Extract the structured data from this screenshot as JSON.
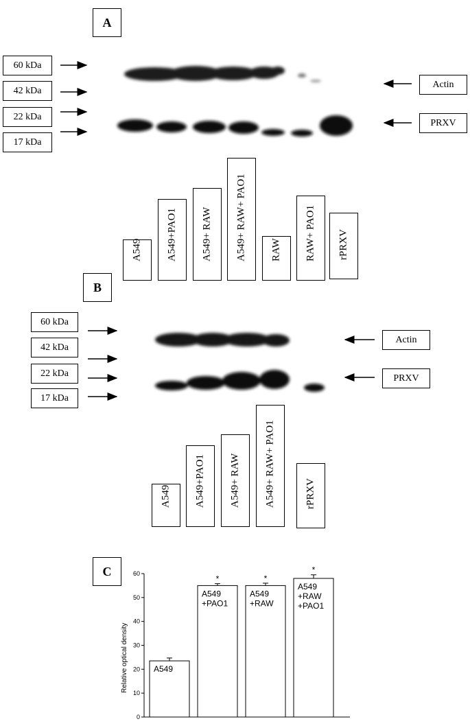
{
  "panelA": {
    "label": "A",
    "mw_markers": [
      "60 kDa",
      "42 kDa",
      "22 kDa",
      "17 kDa"
    ],
    "band_labels": [
      "Actin",
      "PRXV"
    ],
    "lanes": [
      "A549",
      "A549+PAO1",
      "A549+ RAW",
      "A549+ RAW+ PAO1",
      "RAW",
      "RAW+ PAO1",
      "rPRXV"
    ]
  },
  "panelB": {
    "label": "B",
    "mw_markers": [
      "60 kDa",
      "42 kDa",
      "22 kDa",
      "17 kDa"
    ],
    "band_labels": [
      "Actin",
      "PRXV"
    ],
    "lanes": [
      "A549",
      "A549+PAO1",
      "A549+ RAW",
      "A549+ RAW+ PAO1",
      "rPRXV"
    ]
  },
  "panelC": {
    "label": "C"
  },
  "chart_data": {
    "type": "bar",
    "title": "",
    "xlabel": "",
    "ylabel": "Relative optical density",
    "ylim": [
      0,
      60
    ],
    "yticks": [
      "0",
      "10",
      "20",
      "30",
      "40",
      "50",
      "60"
    ],
    "categories": [
      [
        "A549"
      ],
      [
        "A549",
        "+PAO1"
      ],
      [
        "A549",
        "+RAW"
      ],
      [
        "A549",
        "+RAW",
        "+PAO1"
      ]
    ],
    "values": [
      23.5,
      55,
      55,
      58
    ],
    "errors": [
      1.2,
      0.8,
      1.0,
      1.5
    ],
    "significance": [
      "",
      "*",
      "*",
      "*"
    ],
    "grid": false
  }
}
